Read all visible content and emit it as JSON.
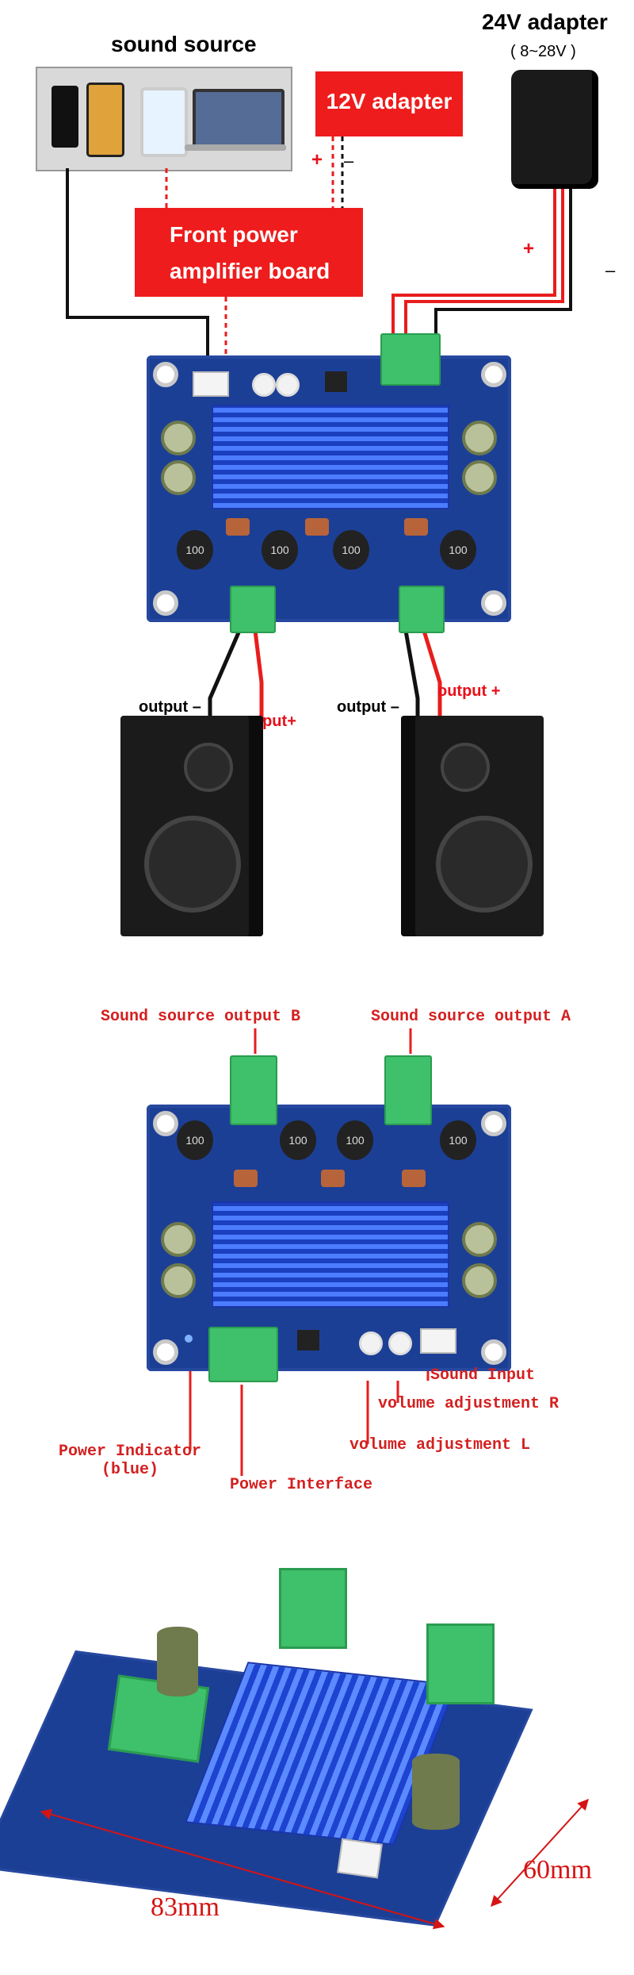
{
  "section1": {
    "sound_source": "sound source",
    "adapter_24v": "24V adapter",
    "adapter_24v_range": "( 8~28V )",
    "adapter_12v": "12V adapter",
    "plus": "+",
    "minus": "–",
    "front_board_line1": "Front power",
    "front_board_line2": "amplifier board",
    "output_minus": "output",
    "output_plus": "output+",
    "output_plus_right": "output +"
  },
  "section2": {
    "source_b": "Sound source output B",
    "source_a": "Sound source output A",
    "sound_input": "Sound Input",
    "vol_r": "volume adjustment R",
    "vol_l": "volume adjustment L",
    "power_indicator_1": "Power Indicator",
    "power_indicator_2": "(blue)",
    "power_interface": "Power Interface"
  },
  "section3": {
    "width_label": "83mm",
    "height_label": "60mm"
  },
  "inductor_label": "100",
  "colors": {
    "red": "#ee1c1c",
    "pcb": "#1c3f96",
    "heatsink": "#2a5ee8",
    "terminal": "#3fc06a"
  }
}
